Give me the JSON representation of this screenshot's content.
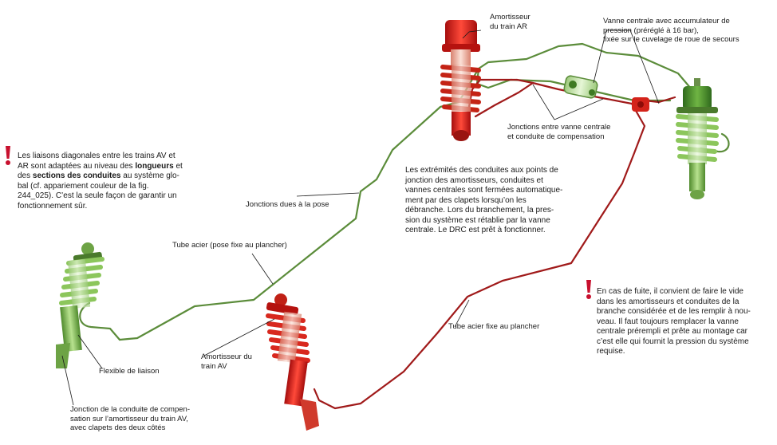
{
  "colors": {
    "green_pipe": "#5b8c3a",
    "red_pipe": "#a01a1a",
    "green_shock": "#7fbf55",
    "red_shock": "#d8281e",
    "warning": "#c8102e"
  },
  "icons": {
    "warning": "exclamation-warning-icon"
  },
  "labels": {
    "rear_shock": "Amortisseur\ndu train AR",
    "central_valve": "Vanne centrale avec accumulateur de\npression (préréglé à 16 bar),\nfixée sur le cuvelage de roue de secours",
    "junctions_valve": "Jonctions entre vanne centrale\net conduite de compensation",
    "junctions_install": "Jonctions dues à la pose",
    "steel_tube_floor": "Tube acier (pose fixe au plancher)",
    "steel_tube_fixed": "Tube acier fixe au plancher",
    "front_shock": "Amortisseur du\ntrain AV",
    "flexible": "Flexible de liaison",
    "junction_front": "Jonction de la conduite de compen-\nsation sur l’amortisseur du train AV,\navec clapets des deux côtés"
  },
  "notes": {
    "center": "Les extrémités des conduites aux points de\njonction des amortisseurs, conduites et\nvannes centrales sont fermées automatique-\nment par des clapets lorsqu’on les\ndébranche. Lors du branchement, la pres-\nsion du système est rétablie par la vanne\ncentrale. Le DRC est prêt à fonctionner.",
    "left_warning": "Les liaisons diagonales entre les trains AV et\nAR sont adaptées au niveau des longueurs et\ndes sections des conduites au système glo-\nbal (cf. appariement couleur de la fig.\n244_025). C’est la seule façon de garantir un\nfonctionnement sûr.",
    "right_warning": "En cas de fuite, il convient de faire le vide\ndans les amortisseurs et conduites de la\nbranche considérée et de les remplir à nou-\nveau. Il faut toujours remplacer la vanne\ncentrale prérempli et prête au montage car\nc’est elle qui fournit la pression du système\nrequise."
  }
}
